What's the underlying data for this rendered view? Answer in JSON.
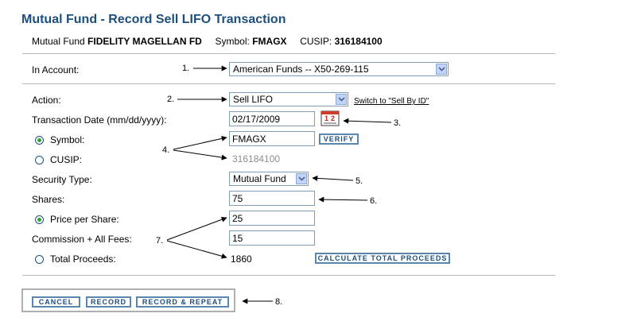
{
  "title": "Mutual Fund - Record Sell LIFO Transaction",
  "fund_info": {
    "fund_label": "Mutual Fund",
    "fund_name": "FIDELITY MAGELLAN FD",
    "symbol_label": "Symbol:",
    "symbol_value": "FMAGX",
    "cusip_label": "CUSIP:",
    "cusip_value": "316184100"
  },
  "form": {
    "account_label": "In Account:",
    "account_value": "American Funds -- X50-269-115",
    "action_label": "Action:",
    "action_value": "Sell LIFO",
    "switch_link": "Switch to \"Sell By ID\"",
    "date_label": "Transaction Date (mm/dd/yyyy):",
    "date_value": "02/17/2009",
    "symbol_label": "Symbol:",
    "symbol_value": "FMAGX",
    "verify_label": "VERIFY",
    "cusip_label": "CUSIP:",
    "cusip_value": "316184100",
    "security_type_label": "Security Type:",
    "security_type_value": "Mutual Fund",
    "shares_label": "Shares:",
    "shares_value": "75",
    "price_label": "Price per Share:",
    "price_value": "25",
    "commission_label": "Commission + All Fees:",
    "commission_value": "15",
    "proceeds_label": "Total Proceeds:",
    "proceeds_value": "1860",
    "calculate_label": "CALCULATE TOTAL PROCEEDS"
  },
  "buttons": {
    "cancel": "CANCEL",
    "record": "RECORD",
    "record_repeat": "RECORD & REPEAT"
  },
  "annotations": [
    "1.",
    "2.",
    "3.",
    "4.",
    "5.",
    "6.",
    "7.",
    "8."
  ],
  "colors": {
    "title": "#1d4f7e",
    "button_border": "#5b86ad",
    "radio_selected": "#2aa52e"
  }
}
